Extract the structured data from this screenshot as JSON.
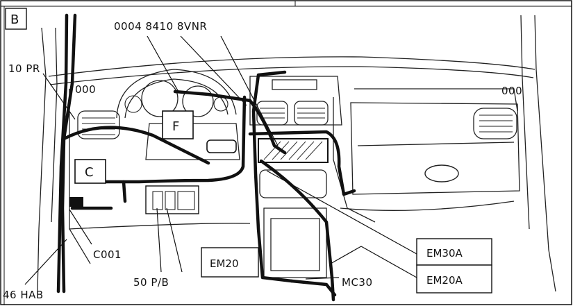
{
  "panel": {
    "letter": "B"
  },
  "callouts": {
    "part_number": "0004 8410 8VNR",
    "pr10": "10 PR",
    "hab46": "46 HAB",
    "c001": "C001",
    "pb50": "50 P/B",
    "mc30": "MC30"
  },
  "connector_boxes": {
    "c": "C",
    "f": "F",
    "em20": "EM20",
    "em30a": "EM30A",
    "em20a": "EM20A"
  },
  "vent_marks": {
    "left": "000",
    "right": "000"
  }
}
